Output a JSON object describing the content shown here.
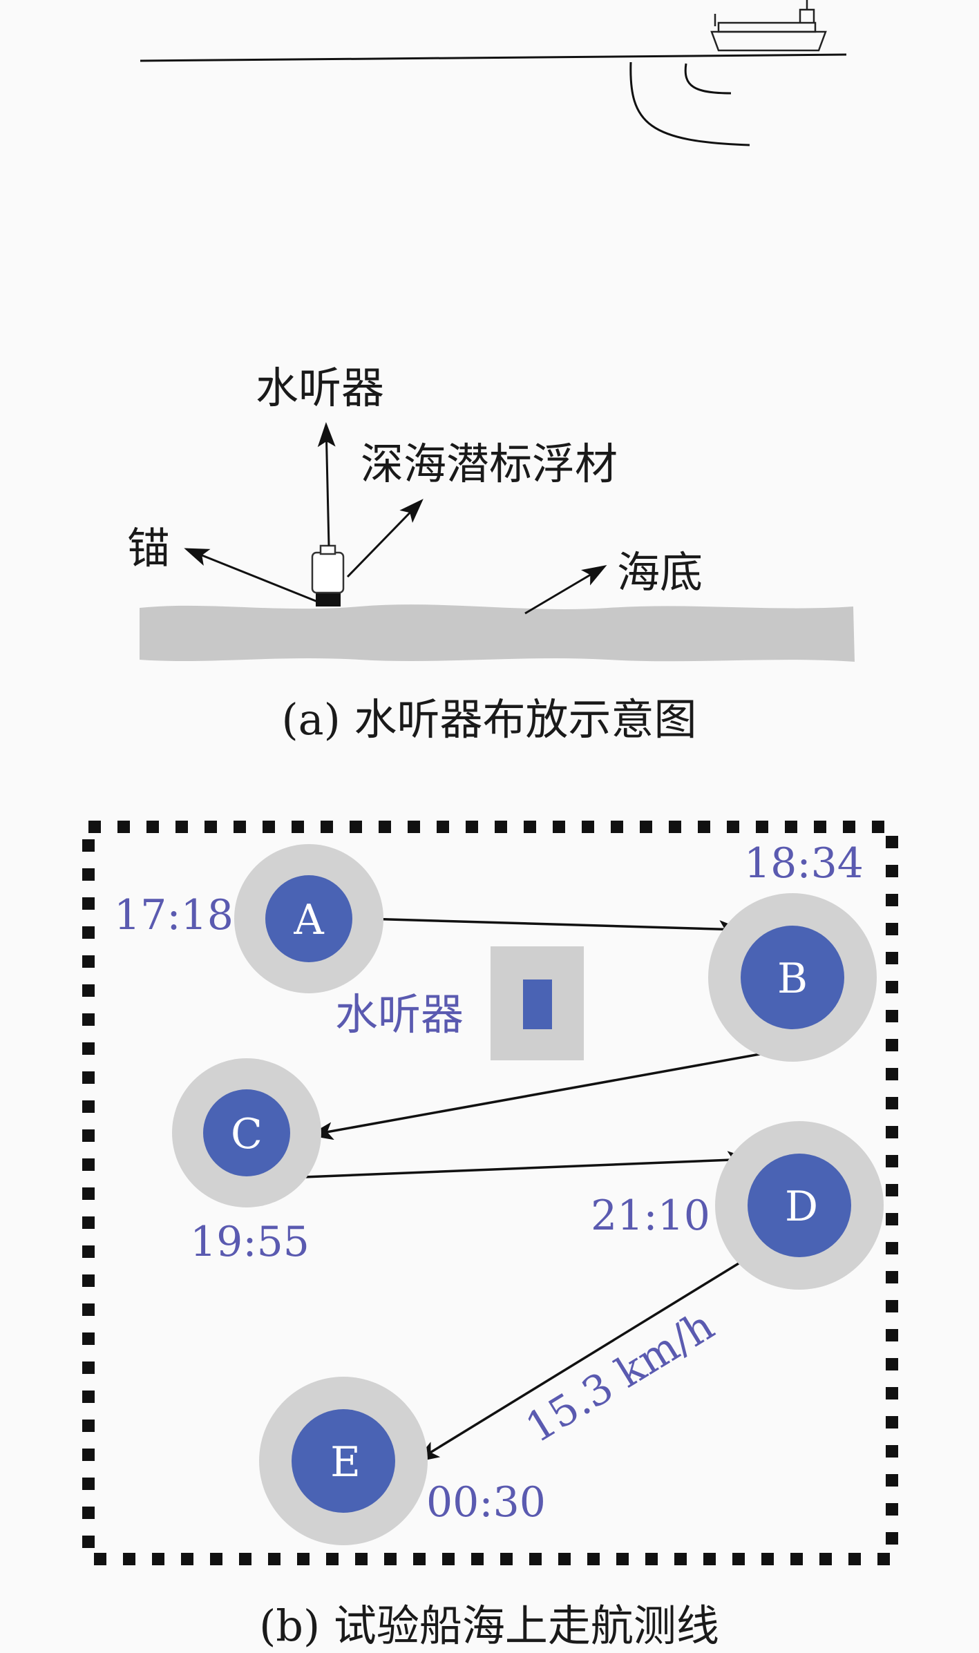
{
  "colors": {
    "node_fill": "#4a63b4",
    "node_halo": "#d2d2d2",
    "annotation_text": "#5a5ab0",
    "seabed_fill": "#c8c8c8",
    "line": "#111111"
  },
  "panel_a": {
    "hydrophone_label": "水听器",
    "float_label": "深海潜标浮材",
    "anchor_label": "锚",
    "seabed_label": "海底",
    "caption": "(a) 水听器布放示意图"
  },
  "panel_b": {
    "hydrophone_label": "水听器",
    "speed_label": "15.3 km/h",
    "caption": "(b) 试验船海上走航测线",
    "stations": [
      {
        "name": "A",
        "time": "17:18"
      },
      {
        "name": "B",
        "time": "18:34"
      },
      {
        "name": "C",
        "time": "19:55"
      },
      {
        "name": "D",
        "time": "21:10"
      },
      {
        "name": "E",
        "time": "00:30"
      }
    ]
  }
}
